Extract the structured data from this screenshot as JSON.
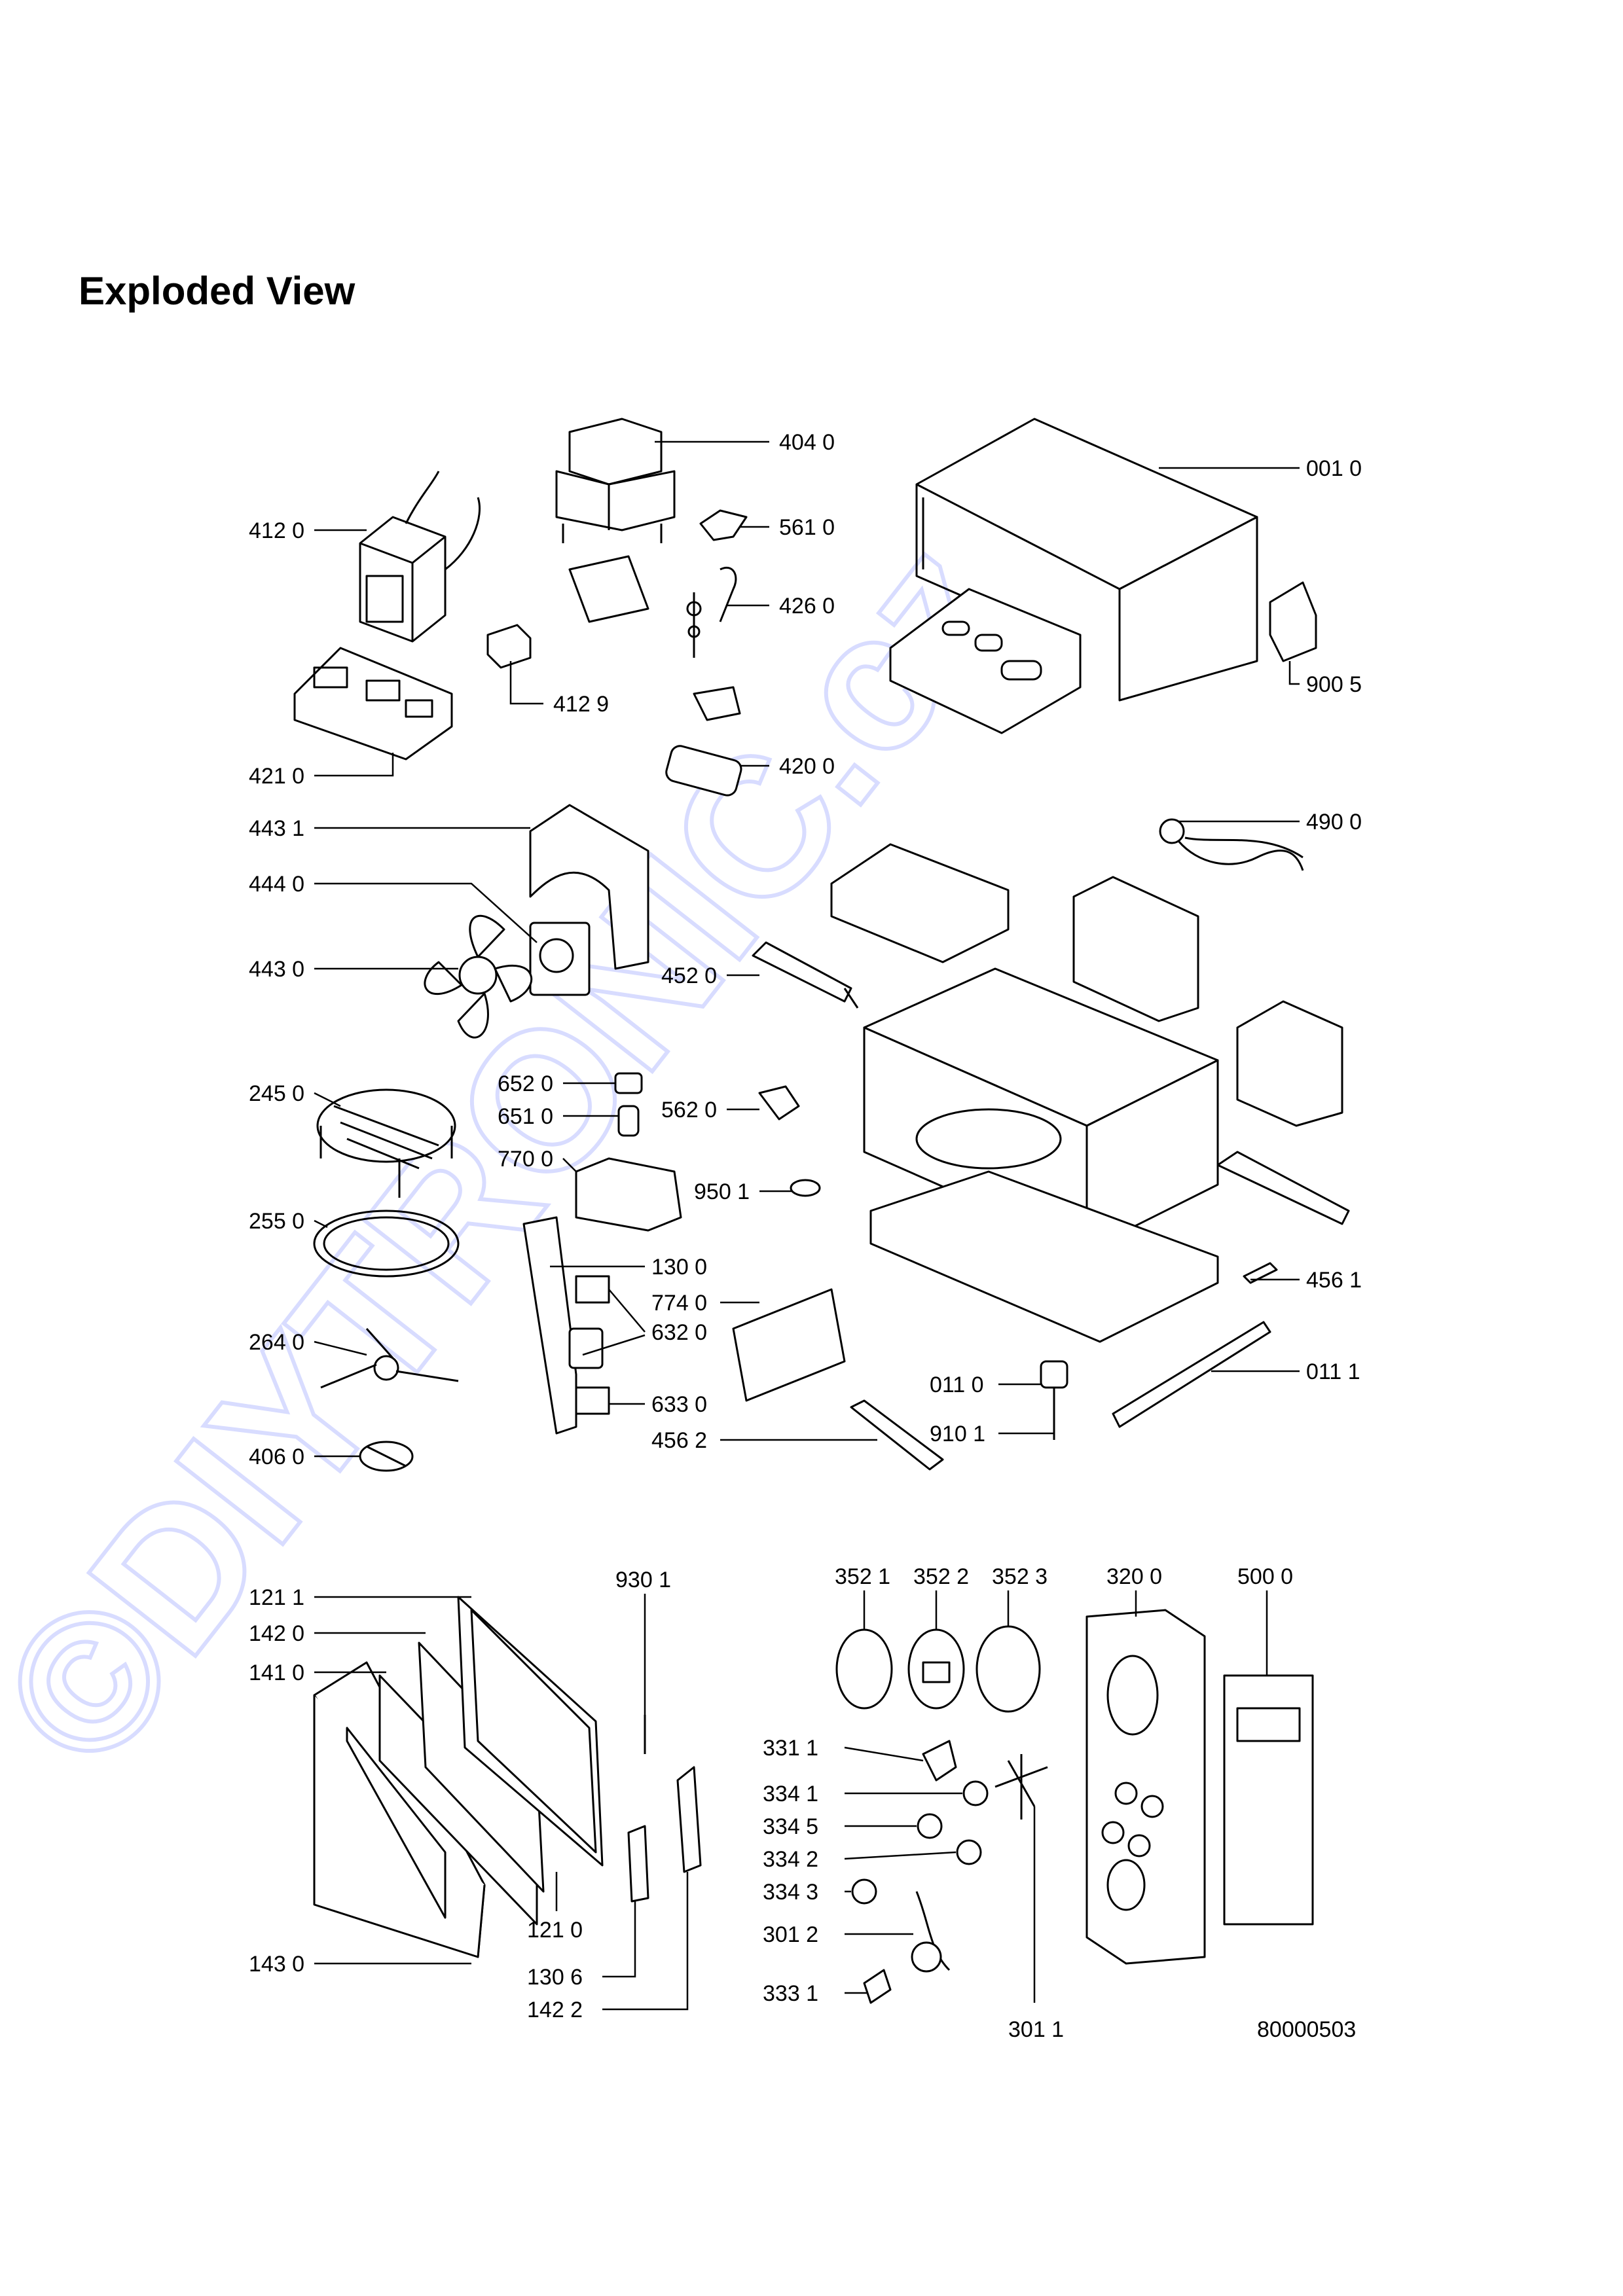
{
  "title": "Exploded View",
  "watermark": "©DIYTRONIC.cz",
  "drawing_number": "80000503",
  "colors": {
    "ink": "#000000",
    "watermark": "#d8dcff",
    "background": "#ffffff"
  },
  "callouts": {
    "c4040": "404 0",
    "c0010": "001 0",
    "c4120": "412 0",
    "c5610": "561 0",
    "c4260": "426 0",
    "c4129": "412 9",
    "c9005": "900 5",
    "c4210": "421 0",
    "c4200": "420 0",
    "c4431": "443 1",
    "c4900": "490 0",
    "c4440": "444 0",
    "c4430": "443 0",
    "c4520": "452 0",
    "c6520": "652 0",
    "c2450": "245 0",
    "c6510": "651 0",
    "c5620": "562 0",
    "c7700": "770 0",
    "c9501": "950 1",
    "c2550": "255 0",
    "c1300": "130 0",
    "c4561": "456 1",
    "c7740": "774 0",
    "c6320": "632 0",
    "c2640": "264 0",
    "c0110": "011 0",
    "c0111": "011 1",
    "c6330": "633 0",
    "c9101": "910 1",
    "c4562": "456 2",
    "c4060": "406 0",
    "c1211": "121 1",
    "c9301": "930 1",
    "c3521": "352 1",
    "c3522": "352 2",
    "c3523": "352 3",
    "c3200": "320 0",
    "c5000": "500 0",
    "c1420": "142 0",
    "c1410": "141 0",
    "c3311": "331 1",
    "c3341": "334 1",
    "c3345": "334 5",
    "c3342": "334 2",
    "c3343": "334 3",
    "c3012": "301 2",
    "c1210": "121 0",
    "c1306": "130 6",
    "c1430": "143 0",
    "c3331": "333 1",
    "c1422": "142 2",
    "c3011": "301 1"
  }
}
